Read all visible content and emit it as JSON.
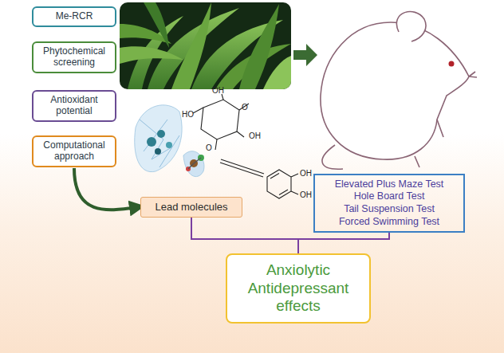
{
  "diagram": {
    "nodes": [
      {
        "text": [
          "Me-RCR"
        ]
      },
      {
        "text": [
          "Phytochemical screening"
        ]
      },
      {
        "text": [
          "Antioxidant potential"
        ]
      },
      {
        "text": [
          "Computational approach"
        ]
      },
      {
        "text": [
          "Lead molecules"
        ]
      },
      {
        "text": [
          "Elevated Plus Maze Test",
          "Hole Board Test",
          "Tail Suspension Test",
          "Forced Swimming Test"
        ]
      },
      {
        "text": [
          "Anxiolytic Antidepressant effects"
        ]
      }
    ],
    "edges": [
      {
        "from": 3,
        "to": 4,
        "arrow": "to"
      },
      {
        "from": 4,
        "to": 6,
        "arrow": "none"
      },
      {
        "from": 5,
        "to": 6,
        "arrow": "none"
      }
    ],
    "labels": [
      "OH",
      "HO",
      "O",
      "OH",
      "O",
      "OH",
      "OH"
    ]
  }
}
